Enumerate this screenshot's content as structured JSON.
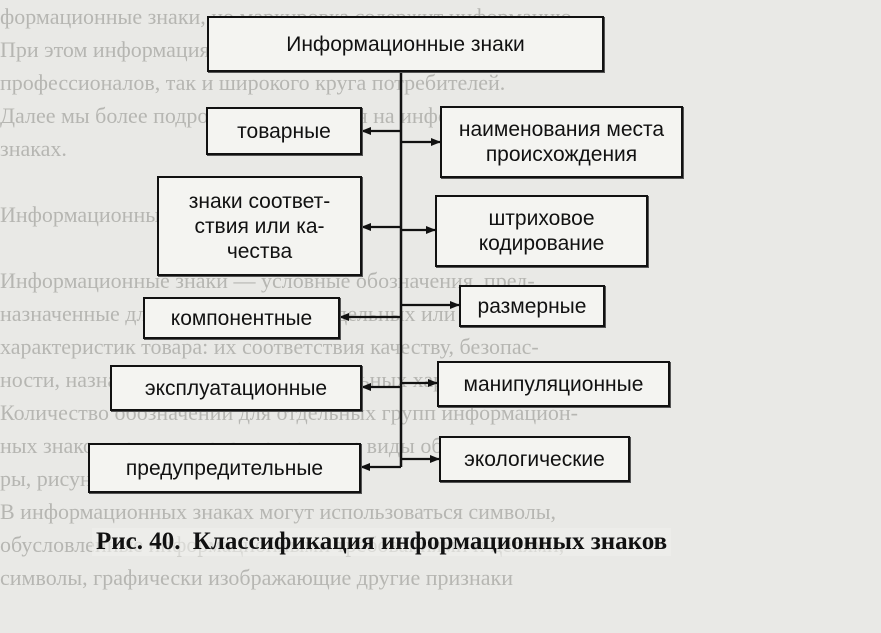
{
  "diagram": {
    "root": "Информационные знаки",
    "left_boxes": [
      "товарные",
      "знаки соответ-\nствия или ка-\nчества",
      "компонентные",
      "эксплуатационные",
      "предупредительные"
    ],
    "right_boxes": [
      "наименования места\nпроисхождения",
      "штриховое\nкодирование",
      "размерные",
      "манипуляционные",
      "экологические"
    ]
  },
  "caption": {
    "prefix": "Рис. 40.",
    "text": "Классификация информационных знаков"
  },
  "background_text": [
    "формационные знаки, но маркировка содержит информацию",
    "При этом информация может быть полезной только для",
    "профессионалов, так и широкого круга потребителей.",
    "Далее мы более подробно остановимся на информационных",
    "знаках.",
    "",
    "Информационные знаки",
    "",
    "Информационные знаки — условные обозначения, пред-",
    "назначенные для идентификации отдельных или совокупных",
    "характеристик товара: их соответствия качеству, безопас-",
    "ности, назначения и других отличительных характеристик.",
    "Количество обозначений для отдельных групп информацион-",
    "ных знаков могут включать отдельные виды обозначений, циф-",
    "ры, рисунки и другие.",
    "В информационных знаках могут использоваться символы,",
    "обусловленные информационными требованиями и целями,",
    "символы, графически изображающие другие признаки"
  ]
}
